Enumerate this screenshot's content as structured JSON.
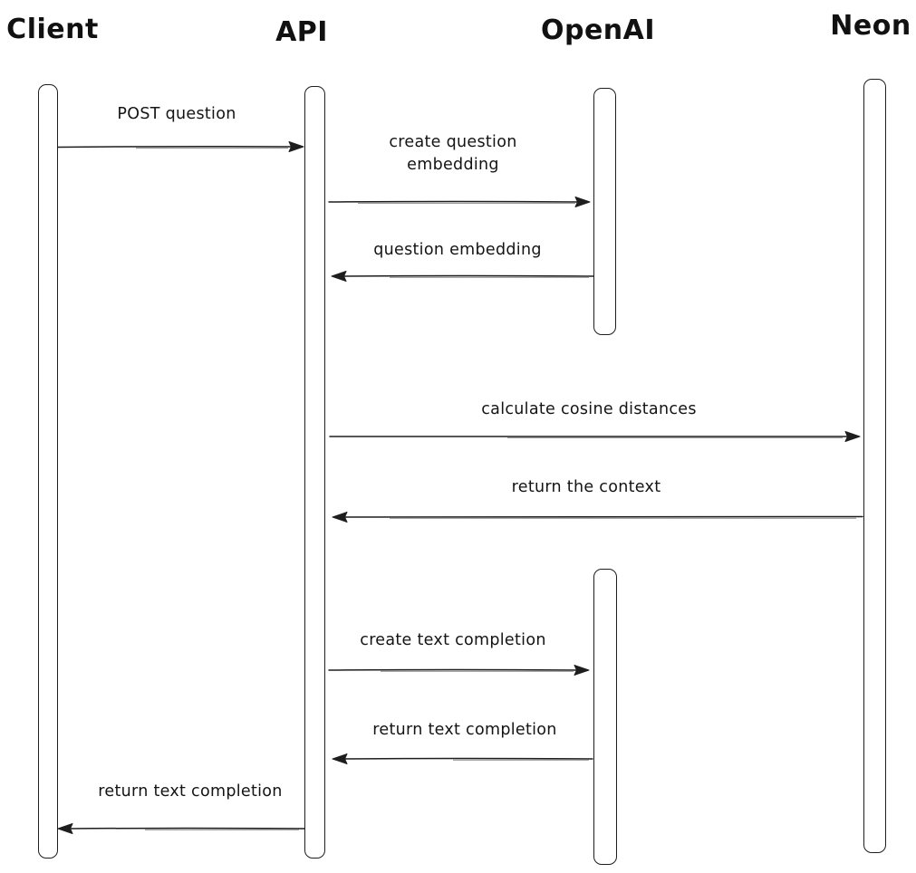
{
  "diagram": {
    "type": "sequence",
    "style": "hand-drawn",
    "colors": {
      "stroke": "#1e1e1e",
      "background": "#ffffff",
      "arrow_echo": "#989898"
    },
    "actors": [
      {
        "name": "Client"
      },
      {
        "name": "API"
      },
      {
        "name": "OpenAI"
      },
      {
        "name": "Neon"
      }
    ],
    "messages": [
      {
        "label": "POST question",
        "from": "Client",
        "to": "API",
        "direction": "right"
      },
      {
        "label": "create question embedding",
        "from": "API",
        "to": "OpenAI",
        "direction": "right"
      },
      {
        "label": "question embedding",
        "from": "OpenAI",
        "to": "API",
        "direction": "left"
      },
      {
        "label": "calculate cosine distances",
        "from": "API",
        "to": "Neon",
        "direction": "right"
      },
      {
        "label": "return the context",
        "from": "Neon",
        "to": "API",
        "direction": "left"
      },
      {
        "label": "create text completion",
        "from": "API",
        "to": "OpenAI",
        "direction": "right"
      },
      {
        "label": "return text completion",
        "from": "OpenAI",
        "to": "API",
        "direction": "left"
      },
      {
        "label": "return text completion",
        "from": "API",
        "to": "Client",
        "direction": "left"
      }
    ]
  }
}
